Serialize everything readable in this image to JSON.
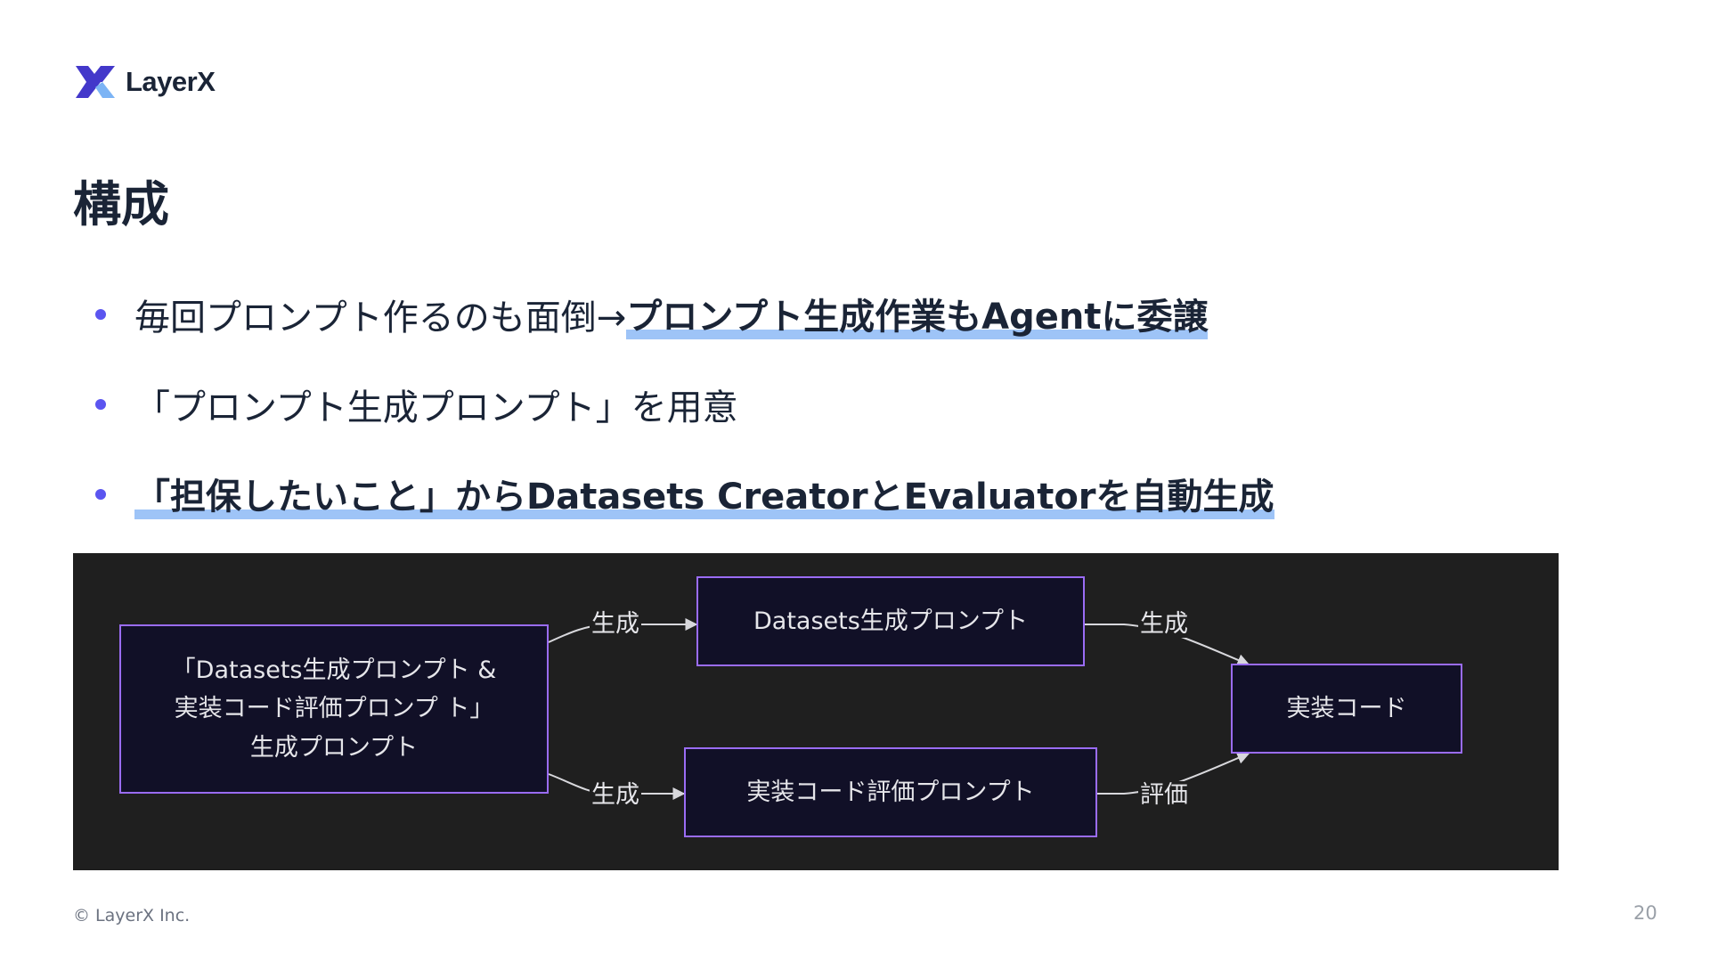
{
  "header": {
    "logo_text": "LayerX",
    "logo_icon": "layerx-logo-icon",
    "colors": {
      "logo_dark": "#4338ca",
      "logo_light": "#7cb4f5"
    }
  },
  "slide": {
    "title": "構成",
    "bullets": [
      {
        "plain": "毎回プロンプト作るのも面倒→",
        "highlight": "プロンプト生成作業もAgentに委譲"
      },
      {
        "plain": "「プロンプト生成プロンプト」を用意",
        "highlight": ""
      },
      {
        "plain": "",
        "highlight": "「担保したいこと」からDatasets CreatorとEvaluatorを自動生成"
      }
    ],
    "colors": {
      "bullet_dot": "#5b55f0",
      "highlight": "#9ec4f7",
      "text": "#1a2436"
    }
  },
  "diagram": {
    "nodes": {
      "source": "「Datasets生成プロンプト &実装コード評価プロンプ ト」生成プロンプト",
      "datasets_prompt": "Datasets生成プロンプト",
      "eval_prompt": "実装コード評価プロンプト",
      "impl_code": "実装コード"
    },
    "edges": {
      "source_to_datasets": "生成",
      "source_to_eval": "生成",
      "datasets_to_impl": "生成",
      "eval_to_impl": "評価"
    },
    "colors": {
      "background": "#1f1f1f",
      "node_fill": "#111027",
      "node_border": "#9a6cf5",
      "text": "#e6e6ea"
    }
  },
  "footer": {
    "copyright": "© LayerX Inc.",
    "page_number": "20"
  }
}
